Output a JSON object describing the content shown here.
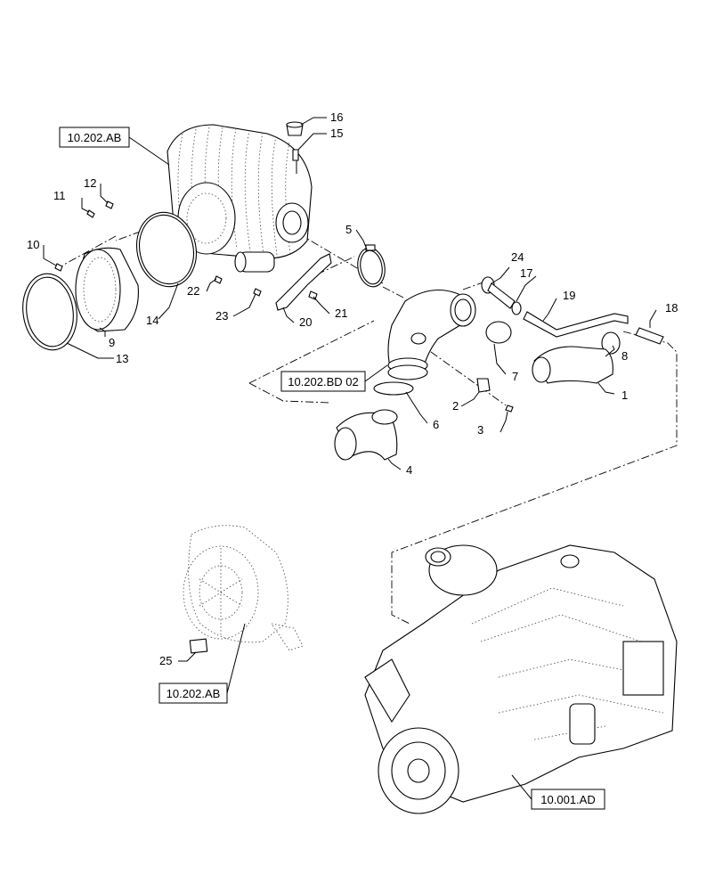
{
  "references": {
    "ab_top": "10.202.AB",
    "bd": "10.202.BD 02",
    "ab_bottom": "10.202.AB",
    "engine": "10.001.AD"
  },
  "callouts": {
    "c1": "1",
    "c2": "2",
    "c3": "3",
    "c4": "4",
    "c5": "5",
    "c6": "6",
    "c7": "7",
    "c8": "8",
    "c9": "9",
    "c10": "10",
    "c11": "11",
    "c12": "12",
    "c13": "13",
    "c14": "14",
    "c15": "15",
    "c16": "16",
    "c17": "17",
    "c18": "18",
    "c19": "19",
    "c20": "20",
    "c21": "21",
    "c22": "22",
    "c23": "23",
    "c24": "24",
    "c25": "25"
  }
}
